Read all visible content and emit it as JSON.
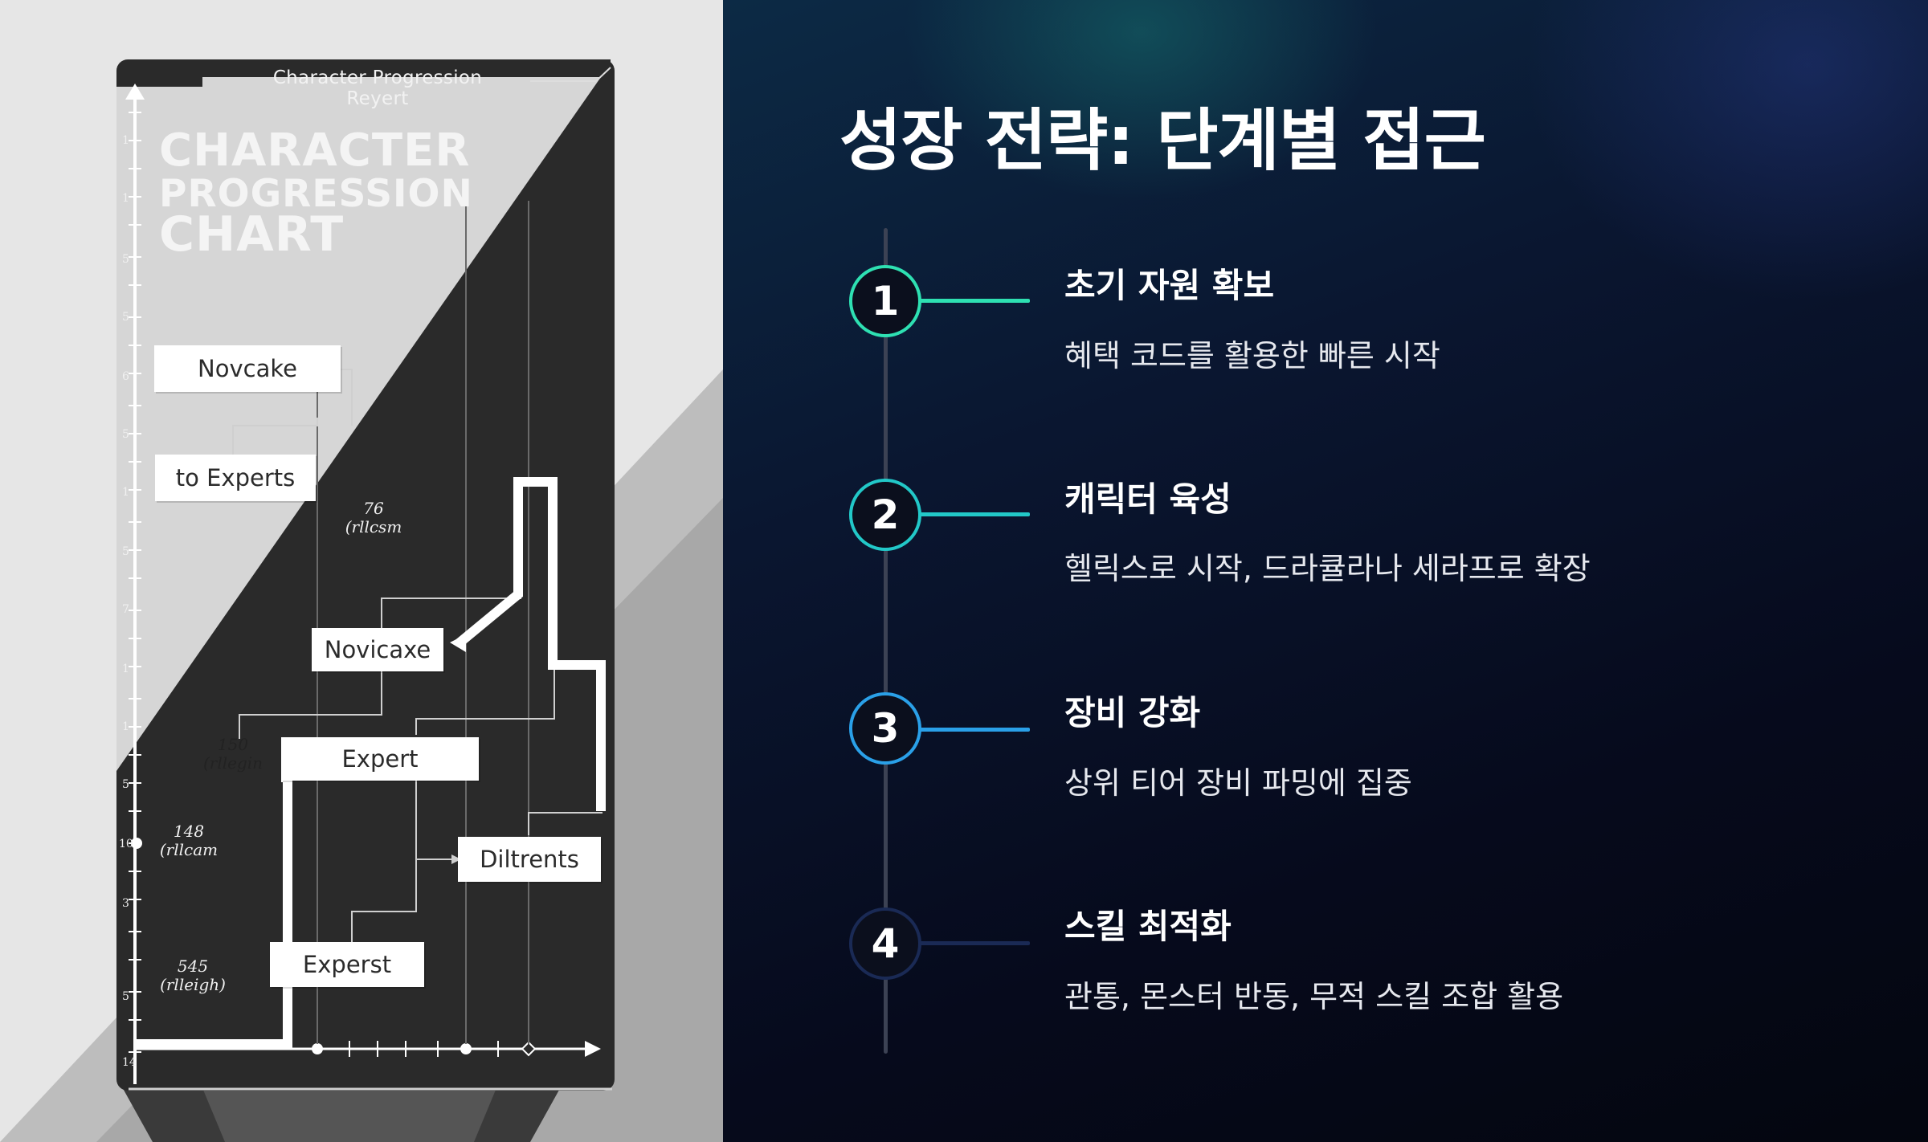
{
  "poster": {
    "header": "Character Progression Reyert",
    "title_line1": "CHARACTER",
    "title_line2": "PROGRESSION",
    "title_line3": "CHART",
    "nodes": {
      "novcake": "Novcake",
      "to_experts": "to Experts",
      "novicaxe": "Novicaxe",
      "expert": "Expert",
      "diltrents": "Diltrents",
      "experst": "Experst"
    },
    "annotations": {
      "a76_num": "76",
      "a76_txt": "(rllcsm",
      "a150_num": "150",
      "a150_txt": "(rllegin",
      "a148_num": "148",
      "a148_txt": "(rllcam",
      "a545_num": "545",
      "a545_txt": "(rlleigh)"
    },
    "axis_ticks": [
      "1",
      "1",
      "5",
      "5",
      "6",
      "5",
      "1",
      "5",
      "7",
      "1",
      "1",
      "5",
      "10",
      "3",
      "5",
      "14"
    ]
  },
  "slide": {
    "heading": "성장 전략: 단계별 접근",
    "colors": {
      "step1": "#2ee0b2",
      "step2": "#22c8c8",
      "step3": "#2aa0e8",
      "step4": "#1a2a55"
    },
    "steps": [
      {
        "number": "1",
        "title": "초기 자원 확보",
        "description": "혜택 코드를 활용한 빠른 시작"
      },
      {
        "number": "2",
        "title": "캐릭터 육성",
        "description": "헬릭스로 시작, 드라큘라나 세라프로 확장"
      },
      {
        "number": "3",
        "title": "장비 강화",
        "description": "상위 티어 장비 파밍에 집중"
      },
      {
        "number": "4",
        "title": "스킬 최적화",
        "description": "관통, 몬스터 반동, 무적 스킬 조합 활용"
      }
    ]
  }
}
